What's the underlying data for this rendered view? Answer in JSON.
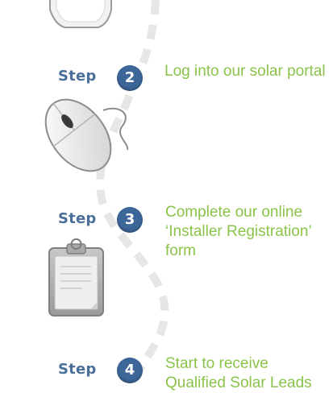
{
  "steps": [
    {
      "label": "Step",
      "number": "2",
      "lines": [
        "Log into our solar portal"
      ]
    },
    {
      "label": "Step",
      "number": "3",
      "lines": [
        "Complete our online",
        "‘Installer Registration’",
        "form"
      ]
    },
    {
      "label": "Step",
      "number": "4",
      "lines": [
        "Start to receive",
        "Qualified Solar Leads"
      ]
    }
  ],
  "colors": {
    "step_label": "#4a6f98",
    "step_badge": "#3d6799",
    "step_text": "#8bc34a",
    "path": "#e6e6e6"
  },
  "icons": [
    "shield-icon",
    "mouse-icon",
    "clipboard-icon"
  ]
}
